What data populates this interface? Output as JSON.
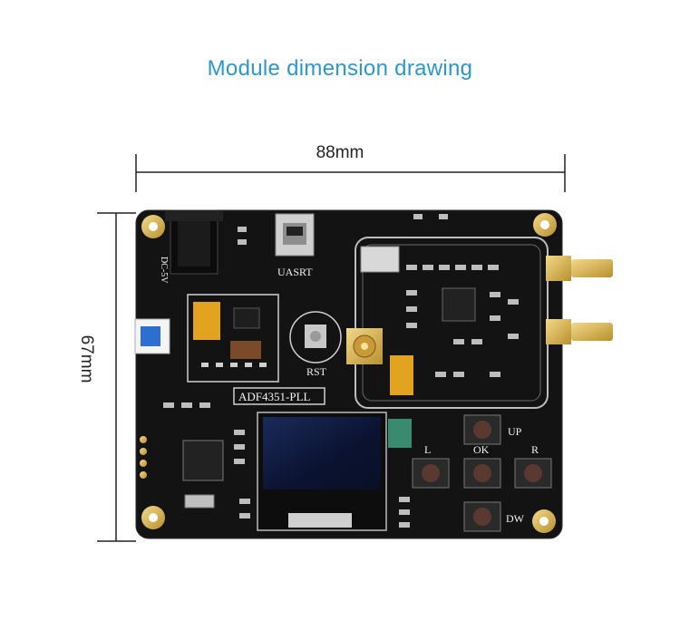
{
  "title": "Module dimension drawing",
  "dimensions": {
    "width": "88mm",
    "height": "67mm"
  },
  "board": {
    "name": "ADF4351-PLL",
    "labels": {
      "uart": "UASRT",
      "dc": "DC-5V",
      "rst": "RST",
      "up": "UP",
      "left": "L",
      "ok": "OK",
      "right": "R",
      "down": "DW"
    }
  }
}
